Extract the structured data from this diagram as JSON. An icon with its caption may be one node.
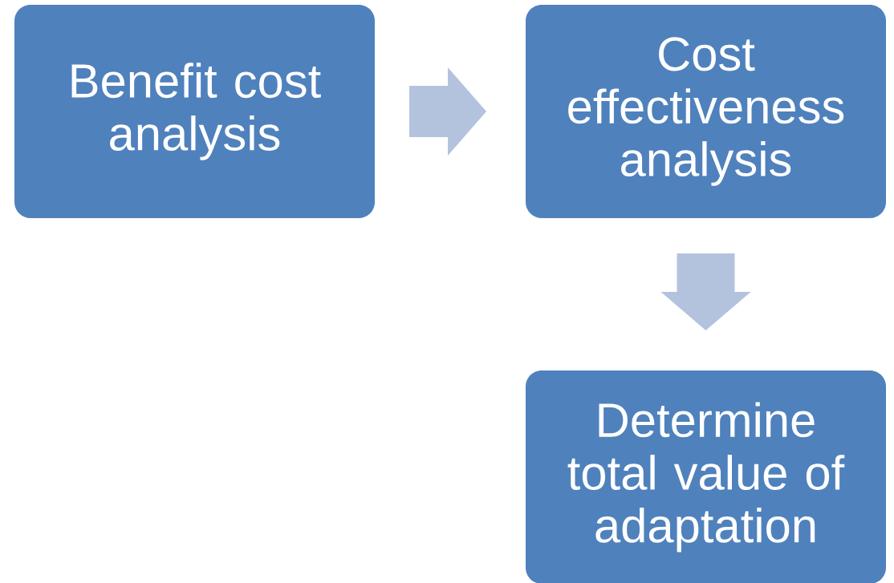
{
  "diagram": {
    "nodes": [
      {
        "text": [
          "Benefit cost analysis"
        ]
      },
      {
        "text": [
          "Cost effectiveness analysis"
        ]
      },
      {
        "text": [
          "Determine total value of adaptation"
        ]
      }
    ],
    "edges": [
      {
        "from": 0,
        "to": 1,
        "arrow": "to"
      },
      {
        "from": 1,
        "to": 2,
        "arrow": "to"
      }
    ]
  }
}
